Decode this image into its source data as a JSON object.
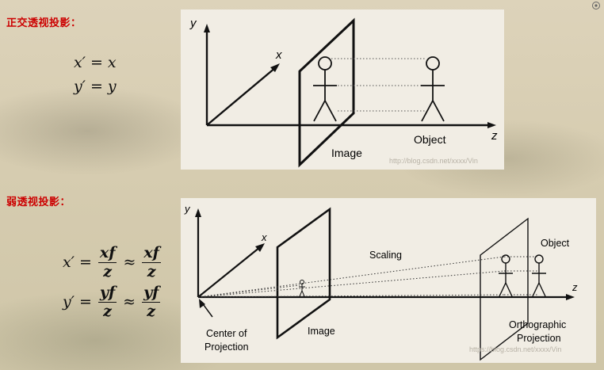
{
  "sections": {
    "orthographic": {
      "title": "正交透视投影："
    },
    "weak_perspective": {
      "title": "弱透视投影："
    }
  },
  "ortho_formula": {
    "line1": {
      "lhs": "x′",
      "eq": "=",
      "rhs": "x"
    },
    "line2": {
      "lhs": "y′",
      "eq": "=",
      "rhs": "y"
    }
  },
  "weak_formula": {
    "line1": {
      "lhs": "x′",
      "eq": "=",
      "num1": "xf",
      "den1": "z",
      "approx": "≈",
      "num2": "xf",
      "den2": "z"
    },
    "line2": {
      "lhs": "y′",
      "eq": "=",
      "num1": "yf",
      "den1": "z",
      "approx": "≈",
      "num2": "yf",
      "den2": "z"
    }
  },
  "diagram_top": {
    "axis_y": "y",
    "axis_x": "x",
    "axis_z": "z",
    "image_label": "Image",
    "object_label": "Object",
    "watermark": "http://blog.csdn.net/xxxx/Vin"
  },
  "diagram_bottom": {
    "axis_y": "y",
    "axis_x": "x",
    "axis_z": "z",
    "center_label_1": "Center of",
    "center_label_2": "Projection",
    "image_label": "Image",
    "scaling_label": "Scaling",
    "object_label": "Object",
    "ortho_label_1": "Orthographic",
    "ortho_label_2": "Projection",
    "watermark": "https://blog.csdn.net/xxxx/Vin"
  },
  "colors": {
    "accent_red": "#cc0000",
    "line": "#111111",
    "panel": "#f1ede4"
  },
  "icons": {
    "corner": "gear-icon"
  }
}
